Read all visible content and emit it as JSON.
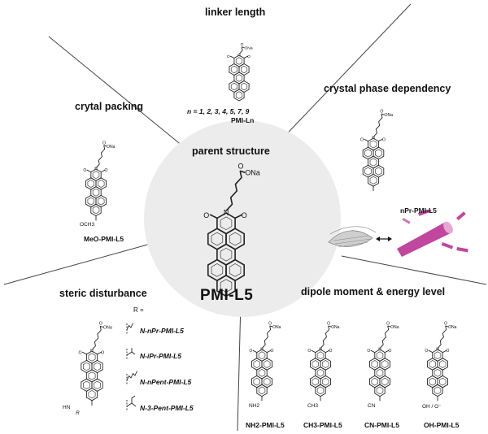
{
  "sections": {
    "linker": {
      "title": "linker length",
      "n_values": "n = 1, 2, 3, 4, 5, 7, 9",
      "compound": "PMI-Ln"
    },
    "packing": {
      "title": "crytal packing",
      "compound": "MeO-PMI-L5",
      "substituent": "OCH3"
    },
    "phase": {
      "title": "crystal phase dependency",
      "compound": "nPr-PMI-L5"
    },
    "parent": {
      "title": "parent structure",
      "compound": "PMI-L5"
    },
    "steric": {
      "title": "steric disturbance",
      "r_label": "R =",
      "amine_label": "HN",
      "r_symbol": "R",
      "variants": [
        "N-nPr-PMI-L5",
        "N-iPr-PMI-L5",
        "N-nPent-PMI-L5",
        "N-3-Pent-PMI-L5"
      ]
    },
    "dipole": {
      "title": "dipole moment & energy level",
      "compounds": [
        "NH2-PMI-L5",
        "CH3-PMI-L5",
        "CN-PMI-L5",
        "OH-PMI-L5"
      ],
      "substituents": [
        "NH2",
        "CH3",
        "CN",
        "OH / O⁻"
      ]
    }
  },
  "atoms": {
    "oxygen": "O",
    "nitrogen": "N",
    "sodium_salt": "ONa"
  },
  "colors": {
    "circle_fill": "#ececec",
    "line": "#222222",
    "assembly_magenta": "#c0479d",
    "assembly_light": "#e8a6d4"
  }
}
